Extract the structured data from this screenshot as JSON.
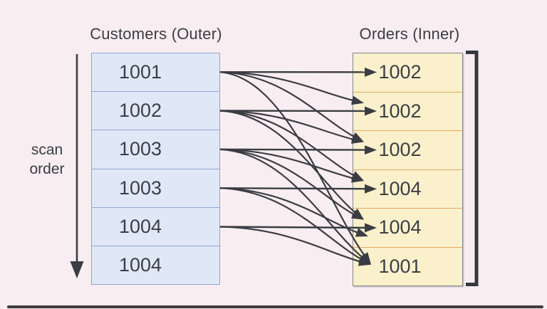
{
  "diagram": {
    "outer_table_title": "Customers (Outer)",
    "inner_table_title": "Orders (Inner)",
    "scan_label": {
      "line1": "scan",
      "line2": "order"
    }
  },
  "customers": {
    "rows": [
      "1001",
      "1002",
      "1003",
      "1003",
      "1004",
      "1004"
    ]
  },
  "orders": {
    "rows": [
      "1002",
      "1002",
      "1002",
      "1004",
      "1004",
      "1001"
    ]
  },
  "arrows": [
    {
      "from": 1,
      "to": 1,
      "style": "straight"
    },
    {
      "from": 1,
      "to": 2,
      "style": "curved"
    },
    {
      "from": 1,
      "to": 3,
      "style": "curved"
    },
    {
      "from": 1,
      "to": 6,
      "style": "curved"
    },
    {
      "from": 2,
      "to": 2,
      "style": "straight"
    },
    {
      "from": 2,
      "to": 3,
      "style": "curved"
    },
    {
      "from": 2,
      "to": 4,
      "style": "curved"
    },
    {
      "from": 2,
      "to": 5,
      "style": "curved"
    },
    {
      "from": 3,
      "to": 3,
      "style": "straight"
    },
    {
      "from": 3,
      "to": 4,
      "style": "curved"
    },
    {
      "from": 3,
      "to": 5,
      "style": "curved"
    },
    {
      "from": 3,
      "to": 6,
      "style": "curved"
    },
    {
      "from": 4,
      "to": 4,
      "style": "straight"
    },
    {
      "from": 4,
      "to": 5,
      "style": "curved",
      "variant": "low"
    },
    {
      "from": 4,
      "to": 6,
      "style": "curved"
    },
    {
      "from": 5,
      "to": 5,
      "style": "straight"
    },
    {
      "from": 5,
      "to": 6,
      "style": "curved"
    }
  ],
  "colors": {
    "background": "#f8edf0",
    "ink": "#3a3d43",
    "outer_cell_fill": "#e0e7f6",
    "outer_cell_border": "#8da6d5",
    "inner_cell_fill": "#faf0cb",
    "inner_divider": "#e9a95f",
    "inner_outline": "#83868c",
    "bottom_bar": "#3d3d3f"
  }
}
